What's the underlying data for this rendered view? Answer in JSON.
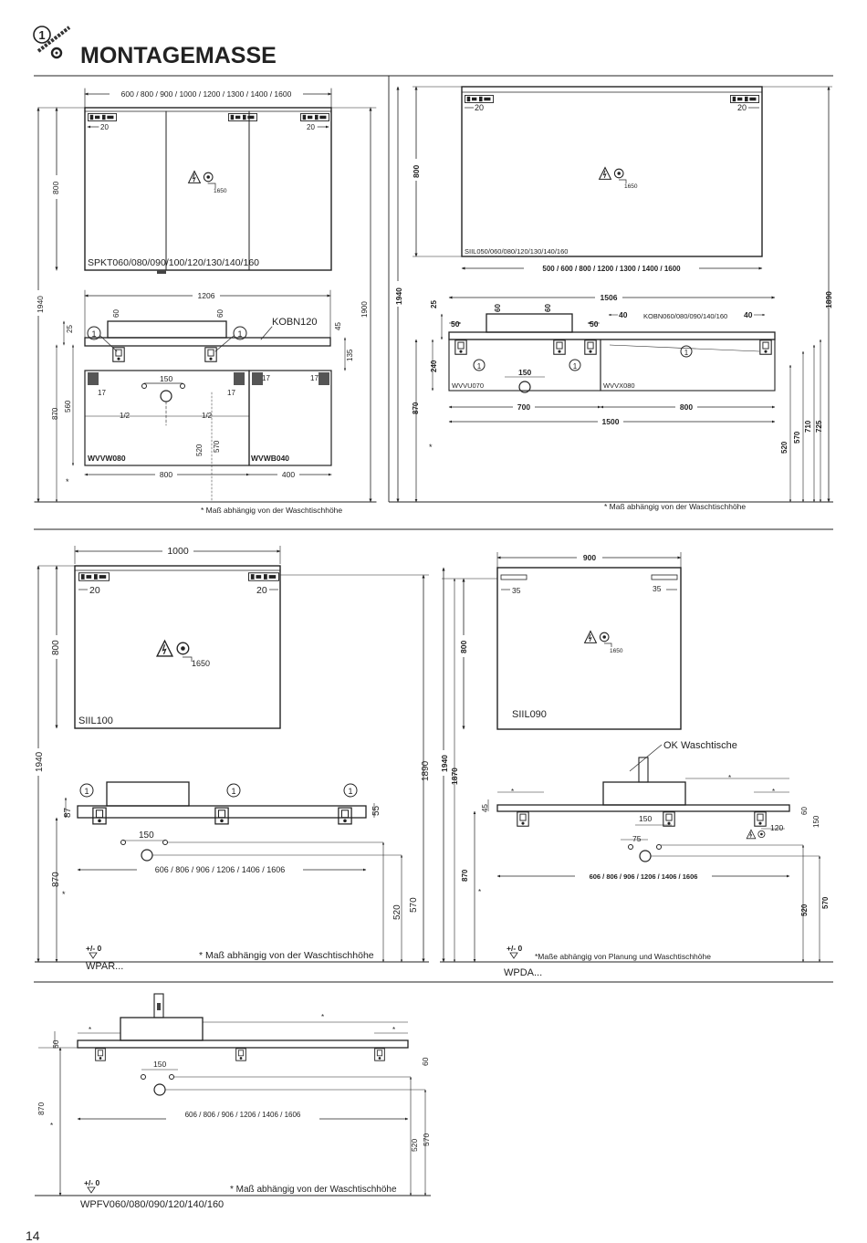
{
  "header": {
    "step_number": "1",
    "title": "MONTAGEMASSE"
  },
  "page_number": "14",
  "labels": {
    "p1_width": "600 / 800 / 900 / 1000 / 1200 / 1300 / 1400 / 1600",
    "p1_h20_left": "20",
    "p1_h20_right": "20",
    "p1_height": "800",
    "p1_outlet": "1650",
    "p1_model": "SPKT060/080/090/100/120/130/140/160",
    "p1_total": "1940",
    "p1_rail_w": "1206",
    "p1_kobn": "KOBN120",
    "p1_d60a": "60",
    "p1_d60b": "60",
    "p1_d25": "25",
    "p1_d45": "45",
    "p1_d135": "135",
    "p1_d1900": "1900",
    "p1_d150": "150",
    "p1_d17a": "17",
    "p1_d17b": "17",
    "p1_d17c": "17",
    "p1_d17d": "17",
    "p1_half1": "1/2",
    "p1_half2": "1/2",
    "p1_d560": "560",
    "p1_d870": "870",
    "p1_d520": "520",
    "p1_d570": "570",
    "p1_wvvw": "WVVW080",
    "p1_wvwb": "WVWB040",
    "p1_d800": "800",
    "p1_d400": "400",
    "p1_star": "*",
    "p1_note": "* Maß abhängig von der Waschtischhöhe",
    "p2_h20_left": "20",
    "p2_h20_right": "20",
    "p2_height": "800",
    "p2_outlet": "1650",
    "p2_model": "SIIL050/060/080/120/130/140/160",
    "p2_width": "500 / 600 / 800 / 1200 / 1300 / 1400 / 1600",
    "p2_total": "1940",
    "p2_d1890": "1890",
    "p2_rail_w": "1506",
    "p2_d25": "25",
    "p2_d60a": "60",
    "p2_d60b": "60",
    "p2_d50a": "50",
    "p2_d50b": "50",
    "p2_d40a": "40",
    "p2_d40b": "40",
    "p2_kobn": "KOBN060/080/090/140/160",
    "p2_d240": "240",
    "p2_d150": "150",
    "p2_wvvu": "WVVU070",
    "p2_wvvx": "WVVX080",
    "p2_d700": "700",
    "p2_d800": "800",
    "p2_d1500": "1500",
    "p2_d870": "870",
    "p2_d520": "520",
    "p2_d570": "570",
    "p2_d710": "710",
    "p2_d725": "725",
    "p2_star": "*",
    "p2_note": "* Maß abhängig von der Waschtischhöhe",
    "p3_width": "1000",
    "p3_h20_left": "20",
    "p3_h20_right": "20",
    "p3_height": "800",
    "p3_outlet": "1650",
    "p3_model": "SIIL100",
    "p3_total": "1940",
    "p3_d1890": "1890",
    "p3_d87": "87",
    "p3_d55": "55",
    "p3_d150": "150",
    "p3_rail": "606 / 806 / 906 / 1206 / 1406 / 1606",
    "p3_d870": "870",
    "p3_d520": "520",
    "p3_d570": "570",
    "p3_star": "*",
    "p3_zero": "+/- 0",
    "p3_note": "* Maß abhängig von der Waschtischhöhe",
    "p3_series": "WPAR...",
    "p4_width": "900",
    "p4_h35_left": "35",
    "p4_h35_right": "35",
    "p4_height": "800",
    "p4_outlet": "1650",
    "p4_model": "SIIL090",
    "p4_ok": "OK Waschtische",
    "p4_total": "1940",
    "p4_d1870": "1870",
    "p4_d45": "45",
    "p4_d60": "60",
    "p4_d150a": "150",
    "p4_d150b": "150",
    "p4_d120": "120",
    "p4_d75": "75",
    "p4_rail": "606 / 806 / 906 / 1206 / 1406 / 1606",
    "p4_d870": "870",
    "p4_d520": "520",
    "p4_d570": "570",
    "p4_star_a": "*",
    "p4_star_b": "*",
    "p4_star_c": "*",
    "p4_star_d": "*",
    "p4_zero": "+/- 0",
    "p4_note": "*Maße abhängig von Planung und Waschtischhöhe",
    "p4_series": "WPDA...",
    "p5_d50": "50",
    "p5_d870": "870",
    "p5_d150": "150",
    "p5_rail": "606 / 806 / 906 / 1206 / 1406 / 1606",
    "p5_d60": "60",
    "p5_d520": "520",
    "p5_d570": "570",
    "p5_star_a": "*",
    "p5_star_b": "*",
    "p5_star_c": "*",
    "p5_star_d": "*",
    "p5_zero": "+/- 0",
    "p5_note": "* Maß abhängig von der Waschtischhöhe",
    "p5_model": "WPFV060/080/090/120/140/160"
  },
  "icons": {
    "step": "circled-one-with-screw-and-washer-icon",
    "electrical": "electrical-warning-triangle-icon",
    "socket": "socket-outlet-icon",
    "bracket": "wall-bracket-icon",
    "drain": "drain-pipe-icon",
    "floor": "floor-level-triangle-icon"
  },
  "colors": {
    "line": "#222222",
    "dim": "#333333",
    "fill_dark": "#444444",
    "paper": "#ffffff"
  }
}
